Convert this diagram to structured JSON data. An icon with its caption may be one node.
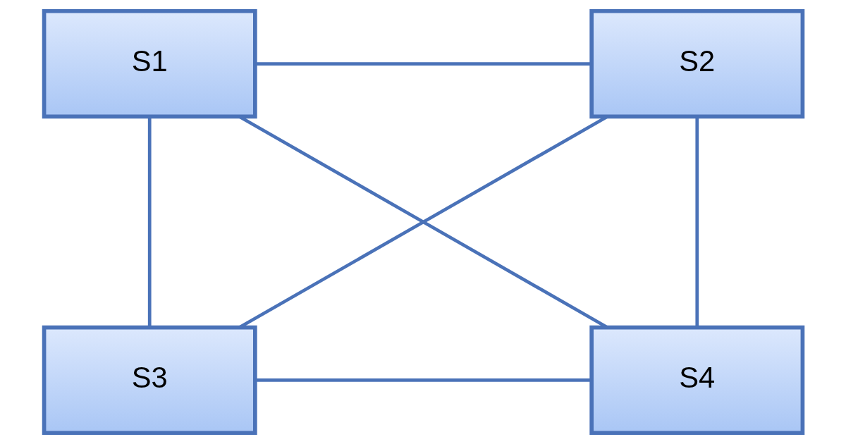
{
  "diagram": {
    "nodes": [
      {
        "text": [
          "S1"
        ]
      },
      {
        "text": [
          "S2"
        ]
      },
      {
        "text": [
          "S3"
        ]
      },
      {
        "text": [
          "S4"
        ]
      }
    ],
    "edges": [
      {
        "from": 0,
        "to": 1,
        "arrow": "none"
      },
      {
        "from": 0,
        "to": 2,
        "arrow": "none"
      },
      {
        "from": 0,
        "to": 3,
        "arrow": "none"
      },
      {
        "from": 1,
        "to": 2,
        "arrow": "none"
      },
      {
        "from": 1,
        "to": 3,
        "arrow": "none"
      },
      {
        "from": 2,
        "to": 3,
        "arrow": "none"
      }
    ]
  }
}
